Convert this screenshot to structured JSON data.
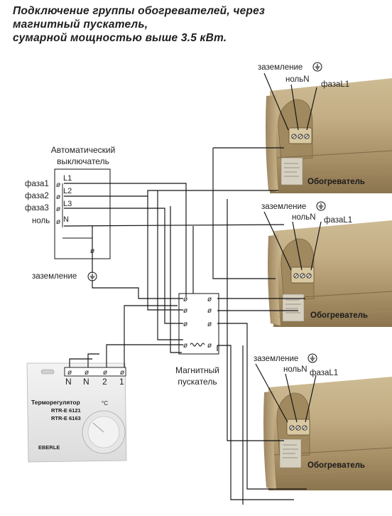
{
  "title": {
    "line1": "Подключение группы обогревателей, через",
    "line2": "магнитный пускатель,",
    "line3": "сумарной мощностью выше 3.5 кВт."
  },
  "breaker": {
    "label_line1": "Автоматический",
    "label_line2": "выключатель",
    "phase1": "фаза1",
    "phase2": "фаза2",
    "phase3": "фаза3",
    "neutral": "ноль",
    "t_l1": "L1",
    "t_l2": "L2",
    "t_l3": "L3",
    "t_n": "N",
    "ground": "заземление"
  },
  "contactor": {
    "label_line1": "Магнитный",
    "label_line2": "пускатель"
  },
  "thermostat": {
    "t_n1": "N",
    "t_n2": "N",
    "t_2": "2",
    "t_1": "1",
    "name": "Терморегулятор",
    "model1": "RTR-E 6121",
    "model2": "RTR-E 6163",
    "degree": "°C",
    "brand": "EBERLE"
  },
  "heaters": [
    {
      "ground": "заземление",
      "neutral": "нольN",
      "phase": "фазаL1",
      "label": "Обогреватель"
    },
    {
      "ground": "заземление",
      "neutral": "нольN",
      "phase": "фазаL1",
      "label": "Обогреватель"
    },
    {
      "ground": "заземление",
      "neutral": "нольN",
      "phase": "фазаL1",
      "label": "Обогреватель"
    }
  ],
  "colors": {
    "heater_body": "#b8a07a",
    "heater_dark": "#8d7650",
    "heater_light": "#d8c8a3",
    "wire": "#111111"
  }
}
